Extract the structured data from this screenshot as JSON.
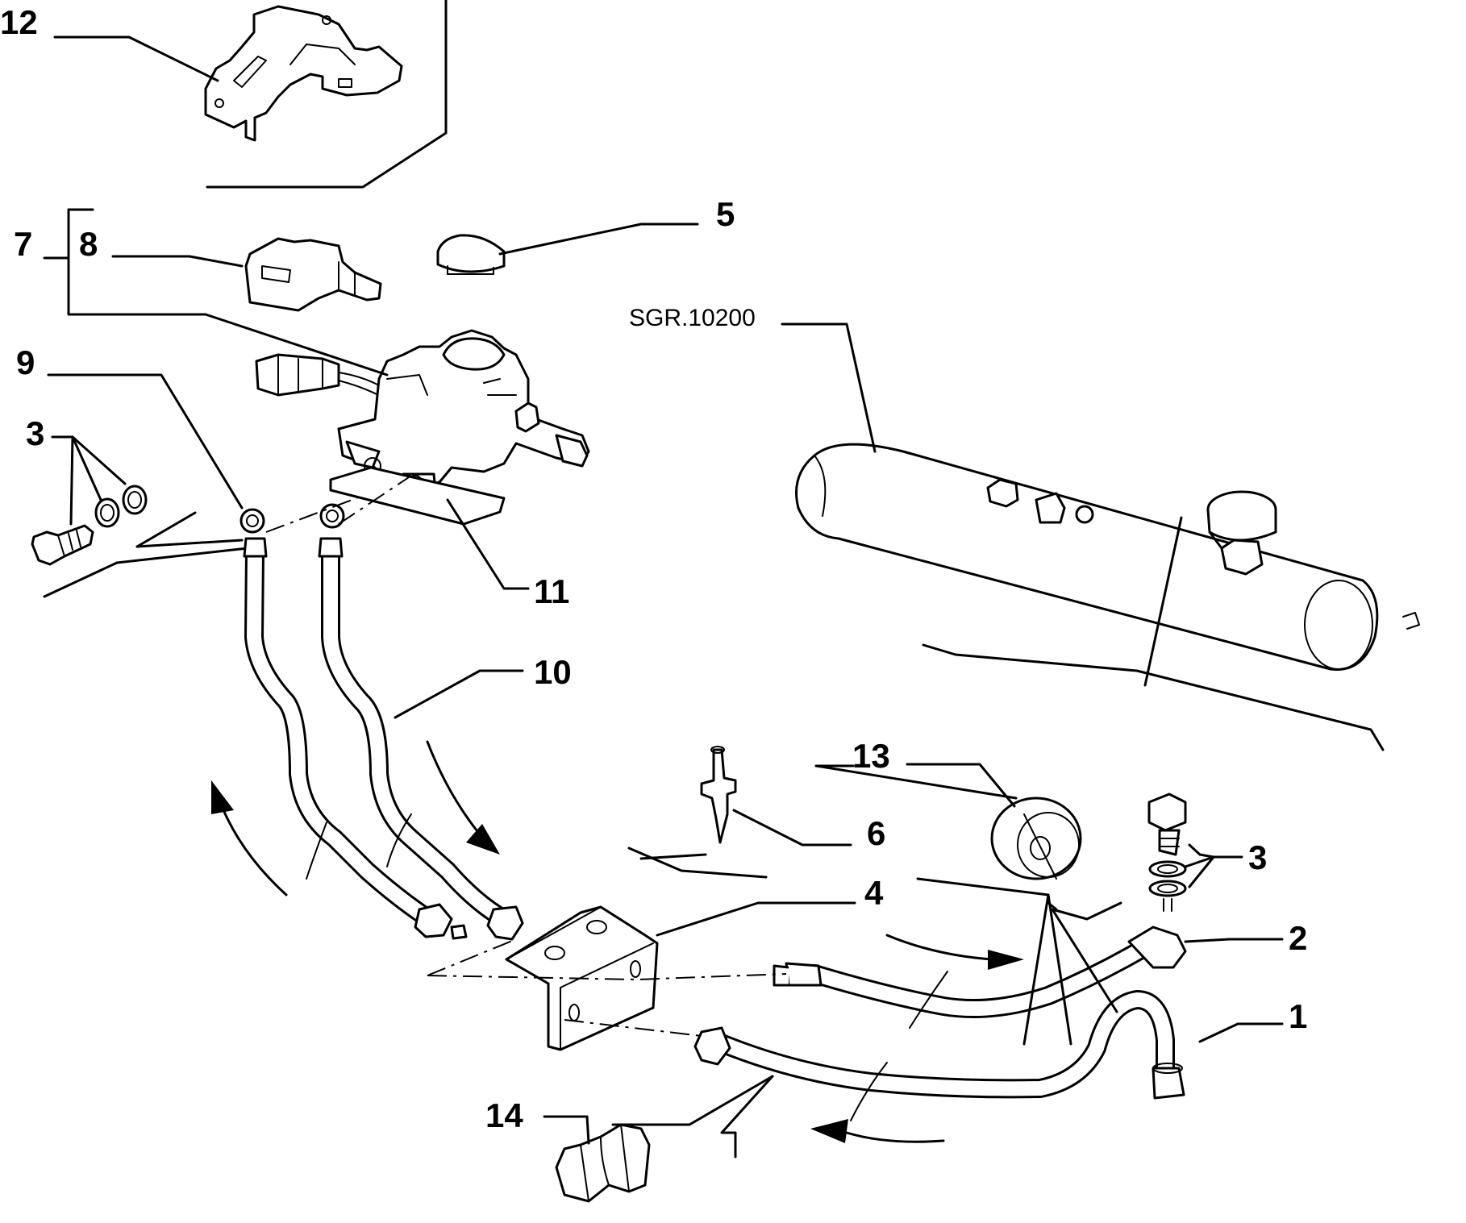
{
  "callouts": [
    {
      "id": "12",
      "text": "12"
    },
    {
      "id": "7",
      "text": "7"
    },
    {
      "id": "8",
      "text": "8"
    },
    {
      "id": "5",
      "text": "5"
    },
    {
      "id": "9",
      "text": "9"
    },
    {
      "id": "3a",
      "text": "3"
    },
    {
      "id": "11",
      "text": "11"
    },
    {
      "id": "10",
      "text": "10"
    },
    {
      "id": "13",
      "text": "13"
    },
    {
      "id": "6",
      "text": "6"
    },
    {
      "id": "4",
      "text": "4"
    },
    {
      "id": "3b",
      "text": "3"
    },
    {
      "id": "2",
      "text": "2"
    },
    {
      "id": "1",
      "text": "1"
    },
    {
      "id": "14",
      "text": "14"
    }
  ],
  "reference": {
    "text": "SGR.10200"
  }
}
